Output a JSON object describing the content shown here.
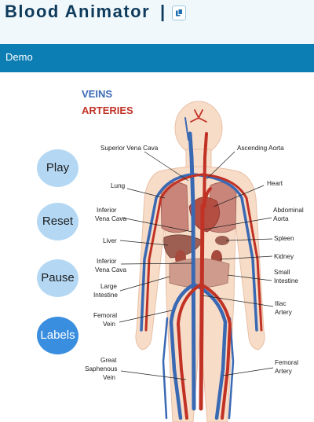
{
  "app": {
    "title": "Blood Animator",
    "separator": "|"
  },
  "nav": {
    "section": "Demo"
  },
  "legend": {
    "veins": "VEINS",
    "arteries": "ARTERIES"
  },
  "controls": {
    "play": "Play",
    "reset": "Reset",
    "pause": "Pause",
    "labels": "Labels"
  },
  "colors": {
    "header_bg": "#f1f8fb",
    "title": "#0e3a5c",
    "nav_bg": "#0d7eb3",
    "veins": "#3a69b4",
    "arteries": "#c13225",
    "button": "#b4d8f4",
    "button_active": "#3a8ee0",
    "skin": "#f7dcc8",
    "organ": "#b46e64"
  },
  "icons": {
    "title_button": "copy-icon"
  },
  "figure_labels": {
    "superior_vena_cava": "Superior Vena Cava",
    "ascending_aorta": "Ascending Aorta",
    "lung": "Lung",
    "heart": "Heart",
    "inferior_vena_cava_1": [
      "Inferior",
      "Vena Cava"
    ],
    "abdominal_aorta": [
      "Abdominal",
      "Aorta"
    ],
    "liver": "Liver",
    "spleen": "Spleen",
    "inferior_vena_cava_2": [
      "Inferior",
      "Vena Cava"
    ],
    "kidney": "Kidney",
    "small_intestine": [
      "Small",
      "Intestine"
    ],
    "large_intestine": [
      "Large",
      "Intestine"
    ],
    "iliac_artery": [
      "Iliac",
      "Artery"
    ],
    "femoral_vein": [
      "Femoral",
      "Vein"
    ],
    "great_saphenous_vein": [
      "Great",
      "Saphenous",
      "Vein"
    ],
    "femoral_artery": [
      "Femoral",
      "Artery"
    ]
  }
}
